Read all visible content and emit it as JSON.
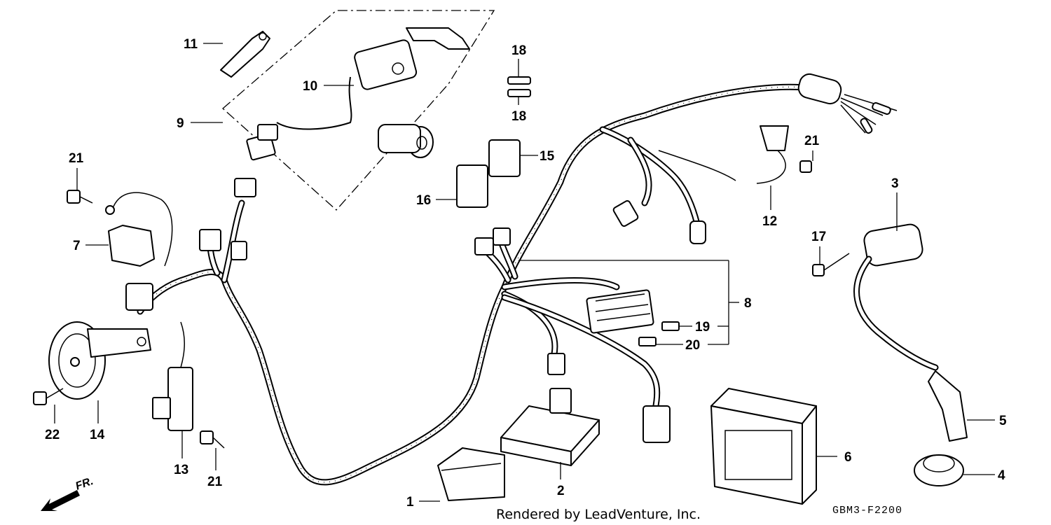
{
  "callouts": {
    "n1": "1",
    "n2": "2",
    "n3": "3",
    "n4": "4",
    "n5": "5",
    "n6": "6",
    "n7": "7",
    "n8": "8",
    "n9": "9",
    "n10": "10",
    "n11": "11",
    "n12": "12",
    "n13": "13",
    "n14": "14",
    "n15": "15",
    "n16": "16",
    "n17": "17",
    "n18a": "18",
    "n18b": "18",
    "n19": "19",
    "n20": "20",
    "n21a": "21",
    "n21b": "21",
    "n21c": "21",
    "n22": "22"
  },
  "footer": {
    "credit": "Rendered by LeadVenture, Inc.",
    "code": "GBM3-F2200"
  },
  "direction": {
    "label": "FR."
  }
}
